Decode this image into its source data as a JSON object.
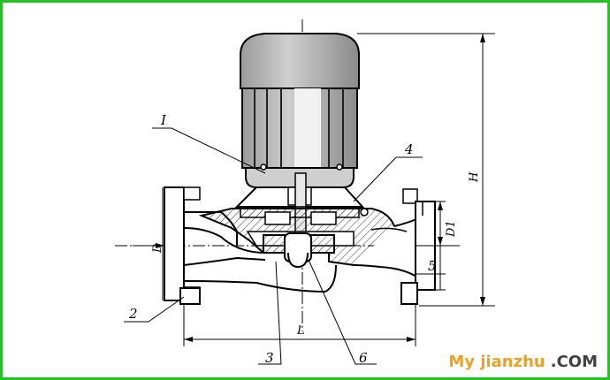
{
  "colors": {
    "border": "#22c422",
    "line": "#000000",
    "hatch": "#333333",
    "motor_fill": "#bdbdbd",
    "watermark": "#f0a020"
  },
  "labels": {
    "part_1": "I",
    "part_2": "2",
    "part_3": "3",
    "part_4": "4",
    "part_5": "5",
    "part_6": "6"
  },
  "dimensions": {
    "height": "H",
    "outlet_dia": "D1",
    "inlet_dia": "D",
    "length": "L"
  },
  "watermark": {
    "prefix": "My",
    "site": " jianzhu",
    "suffix": ".COM"
  }
}
